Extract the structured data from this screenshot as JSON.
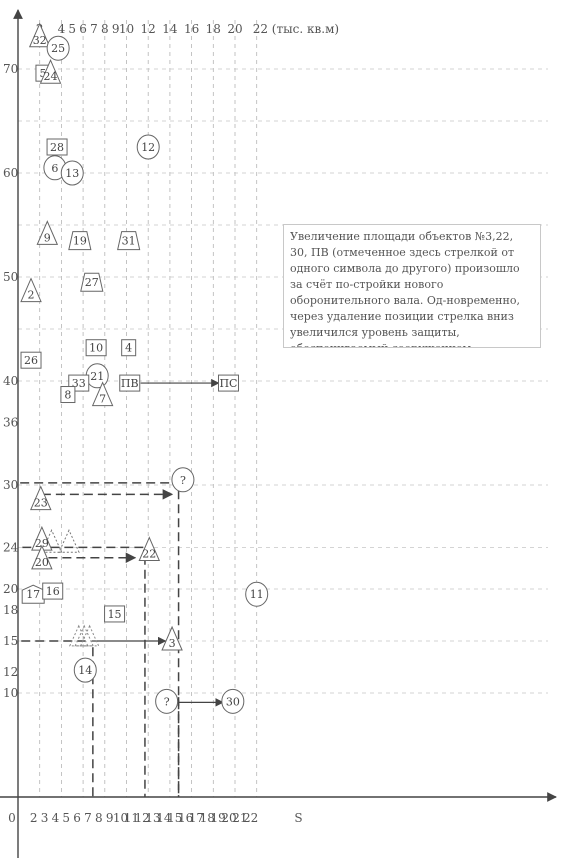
{
  "chart_data": {
    "type": "scatter",
    "x_ticks": [
      "0",
      "2",
      "3",
      "4",
      "5",
      "6",
      "7",
      "8",
      "9",
      "10",
      "11",
      "12",
      "13",
      "14",
      "15",
      "16",
      "17",
      "18",
      "19",
      "20",
      "21",
      "22",
      "S"
    ],
    "x_top_ticks": [
      "2",
      "4",
      "5",
      "6",
      "7",
      "8",
      "9",
      "10",
      "12",
      "14",
      "16",
      "18",
      "20",
      "22 (тыс. кв.м)"
    ],
    "y_ticks": [
      "10",
      "12",
      "15",
      "18",
      "20",
      "24",
      "30",
      "36",
      "40",
      "50",
      "60",
      "70"
    ],
    "annotation": "Увеличение площади объектов №3,22, 30, ПВ (отмеченное здесь стрелкой от одного символа до другого) произошло за счёт по-стройки нового оборонительного вала. Од-новременно, через удаление позиции стрелка вниз увеличился уровень защиты, обеспечиваемый сооружением.",
    "objects": [
      {
        "label": "32",
        "shape": "triangle",
        "x": 2,
        "y": 73
      },
      {
        "label": "5",
        "shape": "square",
        "x": 2.3,
        "y": 69.6
      },
      {
        "label": "24",
        "shape": "triangle",
        "x": 3,
        "y": 69.5
      },
      {
        "label": "25",
        "shape": "circle",
        "x": 3.7,
        "y": 72
      },
      {
        "label": "28",
        "shape": "square",
        "x": 3.6,
        "y": 62.5
      },
      {
        "label": "6",
        "shape": "circle",
        "x": 3.4,
        "y": 60.5
      },
      {
        "label": "12",
        "shape": "circle",
        "x": 12,
        "y": 62.5
      },
      {
        "label": "13",
        "shape": "circle",
        "x": 5,
        "y": 60
      },
      {
        "label": "9",
        "shape": "triangle",
        "x": 2.7,
        "y": 54
      },
      {
        "label": "19",
        "shape": "trapezoid",
        "x": 5.7,
        "y": 53.5
      },
      {
        "label": "31",
        "shape": "trapezoid",
        "x": 10.2,
        "y": 53.5
      },
      {
        "label": "27",
        "shape": "trapezoid",
        "x": 6.8,
        "y": 49.5
      },
      {
        "label": "2",
        "shape": "triangle",
        "x": 1.2,
        "y": 48.5
      },
      {
        "label": "26",
        "shape": "square",
        "x": 1.2,
        "y": 42
      },
      {
        "label": "10",
        "shape": "square",
        "x": 7.2,
        "y": 43.2
      },
      {
        "label": "4",
        "shape": "square",
        "x": 10.2,
        "y": 43.2
      },
      {
        "label": "21",
        "shape": "circle",
        "x": 7.3,
        "y": 40.5
      },
      {
        "label": "33",
        "shape": "square",
        "x": 5.6,
        "y": 39.8
      },
      {
        "label": "8",
        "shape": "square",
        "x": 4.6,
        "y": 38.7
      },
      {
        "label": "7",
        "shape": "triangle",
        "x": 7.8,
        "y": 38.5
      },
      {
        "label": "ПВ",
        "shape": "square",
        "x": 10.3,
        "y": 39.8
      },
      {
        "label": "ПС",
        "shape": "square",
        "x": 19.4,
        "y": 39.8
      },
      {
        "label": "?",
        "shape": "circle",
        "x": 15.2,
        "y": 30.5
      },
      {
        "label": "23",
        "shape": "triangle",
        "x": 2.1,
        "y": 28.5
      },
      {
        "label": "29",
        "shape": "triangle",
        "x": 2.2,
        "y": 24.6
      },
      {
        "label": "20",
        "shape": "triangle",
        "x": 2.2,
        "y": 22.8
      },
      {
        "label": "22",
        "shape": "triangle",
        "x": 12.1,
        "y": 23.6
      },
      {
        "label": "17",
        "shape": "pentagon",
        "x": 1.4,
        "y": 19.5
      },
      {
        "label": "16",
        "shape": "square",
        "x": 3.2,
        "y": 19.8
      },
      {
        "label": "15",
        "shape": "square",
        "x": 8.9,
        "y": 17.6
      },
      {
        "label": "11",
        "shape": "circle",
        "x": 22,
        "y": 19.5
      },
      {
        "label": "3",
        "shape": "triangle",
        "x": 14.2,
        "y": 15
      },
      {
        "label": "14",
        "shape": "circle",
        "x": 6.2,
        "y": 12.2
      },
      {
        "label": "?",
        "shape": "circle",
        "x": 13.7,
        "y": 9.2
      },
      {
        "label": "30",
        "shape": "circle",
        "x": 19.8,
        "y": 9.2
      }
    ]
  }
}
